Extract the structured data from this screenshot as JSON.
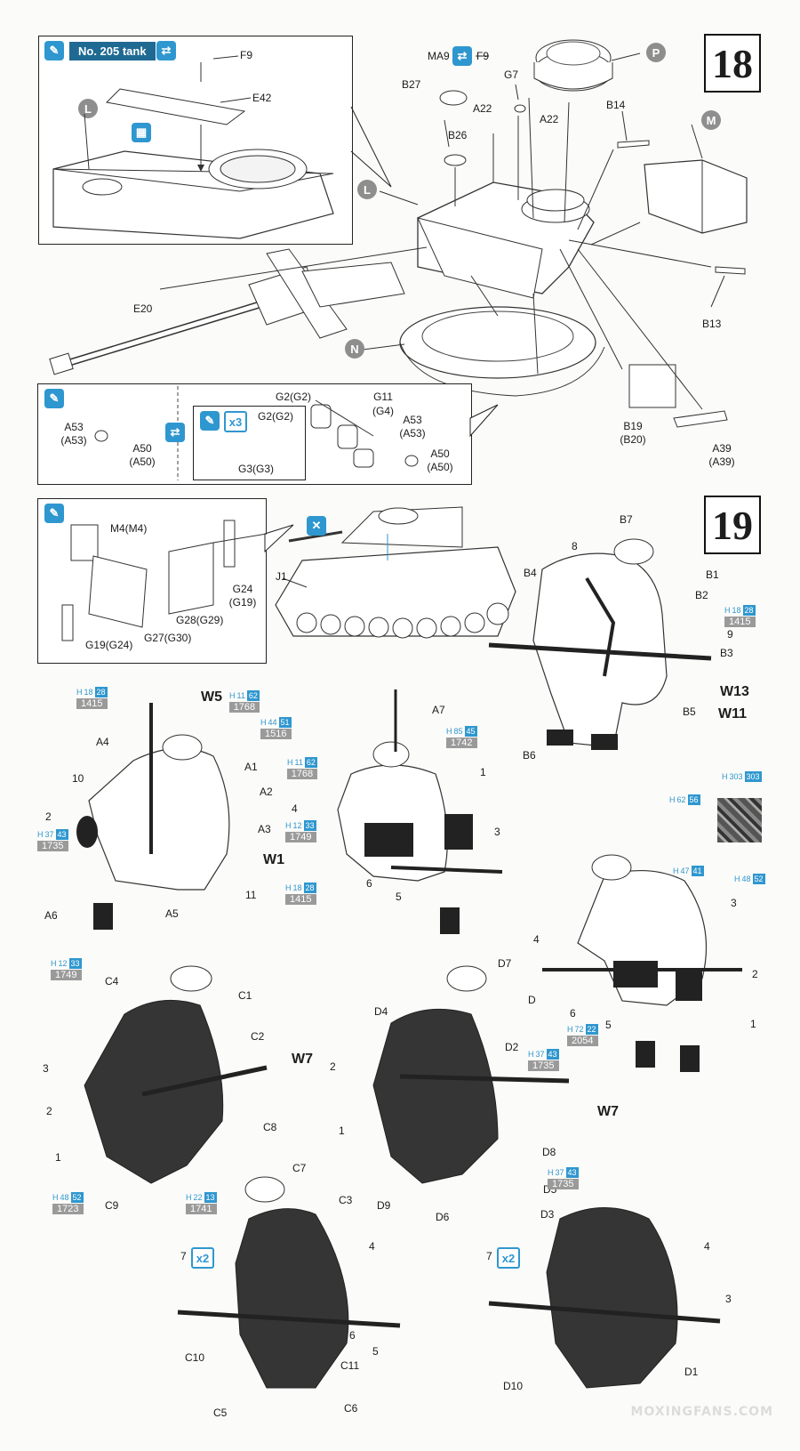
{
  "steps": {
    "s18": "18",
    "s19": "19"
  },
  "badges": {
    "tank": "No. 205 tank"
  },
  "circle_labels": {
    "L": "L",
    "M": "M",
    "N": "N",
    "P": "P"
  },
  "s18_parts": {
    "F9a": "F9",
    "E42": "E42",
    "MA9": "MA9",
    "F9b": "F9",
    "B27": "B27",
    "G7": "G7",
    "A22a": "A22",
    "A22b": "A22",
    "B26": "B26",
    "B14": "B14",
    "E20": "E20",
    "B13": "B13",
    "B19": "B19",
    "B20": "(B20)",
    "A39": "A39",
    "A39p": "(A39)",
    "A53": "A53",
    "A53p": "(A53)",
    "A50": "A50",
    "A50p": "(A50)",
    "G2a": "G2(G2)",
    "G11": "G11",
    "G4": "(G4)",
    "A53r": "A53",
    "A53rp": "(A53)",
    "A50r": "A50",
    "A50rp": "(A50)",
    "G2b": "G2(G2)",
    "G3": "G3(G3)",
    "x3": "x3"
  },
  "s19_parts": {
    "M4": "M4(M4)",
    "G24": "G24",
    "G19": "(G19)",
    "G28": "G28(G29)",
    "G27": "G27(G30)",
    "G19b": "G19(G24)",
    "J1": "J1"
  },
  "fig_b": {
    "B7": "B7",
    "n8": "8",
    "B4": "B4",
    "B1": "B1",
    "B2": "B2",
    "n9": "9",
    "B3": "B3",
    "W13": "W13",
    "W11": "W11",
    "B5": "B5",
    "B6": "B6"
  },
  "fig_a": {
    "W5": "W5",
    "A4": "A4",
    "n10": "10",
    "A1": "A1",
    "A2": "A2",
    "n2": "2",
    "A3": "A3",
    "W1": "W1",
    "n11": "11",
    "A6": "A6",
    "A5": "A5"
  },
  "fig_a7": {
    "A7": "A7",
    "n4": "4",
    "n1": "1",
    "n3": "3",
    "n6": "6",
    "n5": "5"
  },
  "fig_r": {
    "n3": "3",
    "n4": "4",
    "n2": "2",
    "n6": "6",
    "n5": "5",
    "n1": "1"
  },
  "fig_c": {
    "C4": "C4",
    "C1": "C1",
    "C2": "C2",
    "W7": "W7",
    "n3": "3",
    "n2": "2",
    "C8": "C8",
    "n1": "1",
    "C9": "C9"
  },
  "fig_d": {
    "D7": "D7",
    "D4": "D4",
    "D": "D",
    "D2": "D2",
    "n2": "2",
    "W7": "W7",
    "n1": "1",
    "D8": "D8",
    "D5": "D5",
    "D9": "D9",
    "D6": "D6"
  },
  "fig_c2": {
    "C7": "C7",
    "C3": "C3",
    "n7": "7",
    "x2": "x2",
    "n4": "4",
    "n6": "6",
    "n5": "5",
    "C10": "C10",
    "C11": "C11",
    "C5": "C5",
    "C6": "C6"
  },
  "fig_d2": {
    "D3": "D3",
    "n7": "7",
    "x2": "x2",
    "n4": "4",
    "n3": "3",
    "D10": "D10",
    "D1": "D1"
  },
  "paint": [
    {
      "h": "H",
      "n1": "18",
      "n2": "28",
      "code": "1415"
    },
    {
      "h": "H",
      "n1": "11",
      "n2": "62",
      "code": "1768"
    },
    {
      "h": "H",
      "n1": "44",
      "n2": "51",
      "code": "1516"
    },
    {
      "h": "H",
      "n1": "37",
      "n2": "43",
      "code": "1735"
    },
    {
      "h": "H",
      "n1": "12",
      "n2": "33",
      "code": "1749"
    },
    {
      "h": "H",
      "n1": "85",
      "n2": "45",
      "code": "1742"
    },
    {
      "h": "H",
      "n1": "11",
      "n2": "62",
      "code": "1768"
    },
    {
      "h": "H",
      "n1": "12",
      "n2": "33",
      "code": "1749"
    },
    {
      "h": "H",
      "n1": "18",
      "n2": "28",
      "code": "1415"
    },
    {
      "h": "H",
      "n1": "18",
      "n2": "28",
      "code": "1415"
    },
    {
      "h": "H",
      "n1": "72",
      "n2": "22",
      "code": "2054"
    },
    {
      "h": "H",
      "n1": "37",
      "n2": "43",
      "code": "1735"
    },
    {
      "h": "H",
      "n1": "37",
      "n2": "43",
      "code": "1735"
    },
    {
      "h": "H",
      "n1": "48",
      "n2": "52",
      "code": "1723"
    },
    {
      "h": "H",
      "n1": "22",
      "n2": "13",
      "code": "1741"
    }
  ],
  "camo": {
    "a": "303",
    "a2": "303",
    "b": "62",
    "b2": "56",
    "c": "47",
    "c2": "41",
    "d": "48",
    "d2": "52"
  },
  "watermark": "MOXINGFANS.COM"
}
